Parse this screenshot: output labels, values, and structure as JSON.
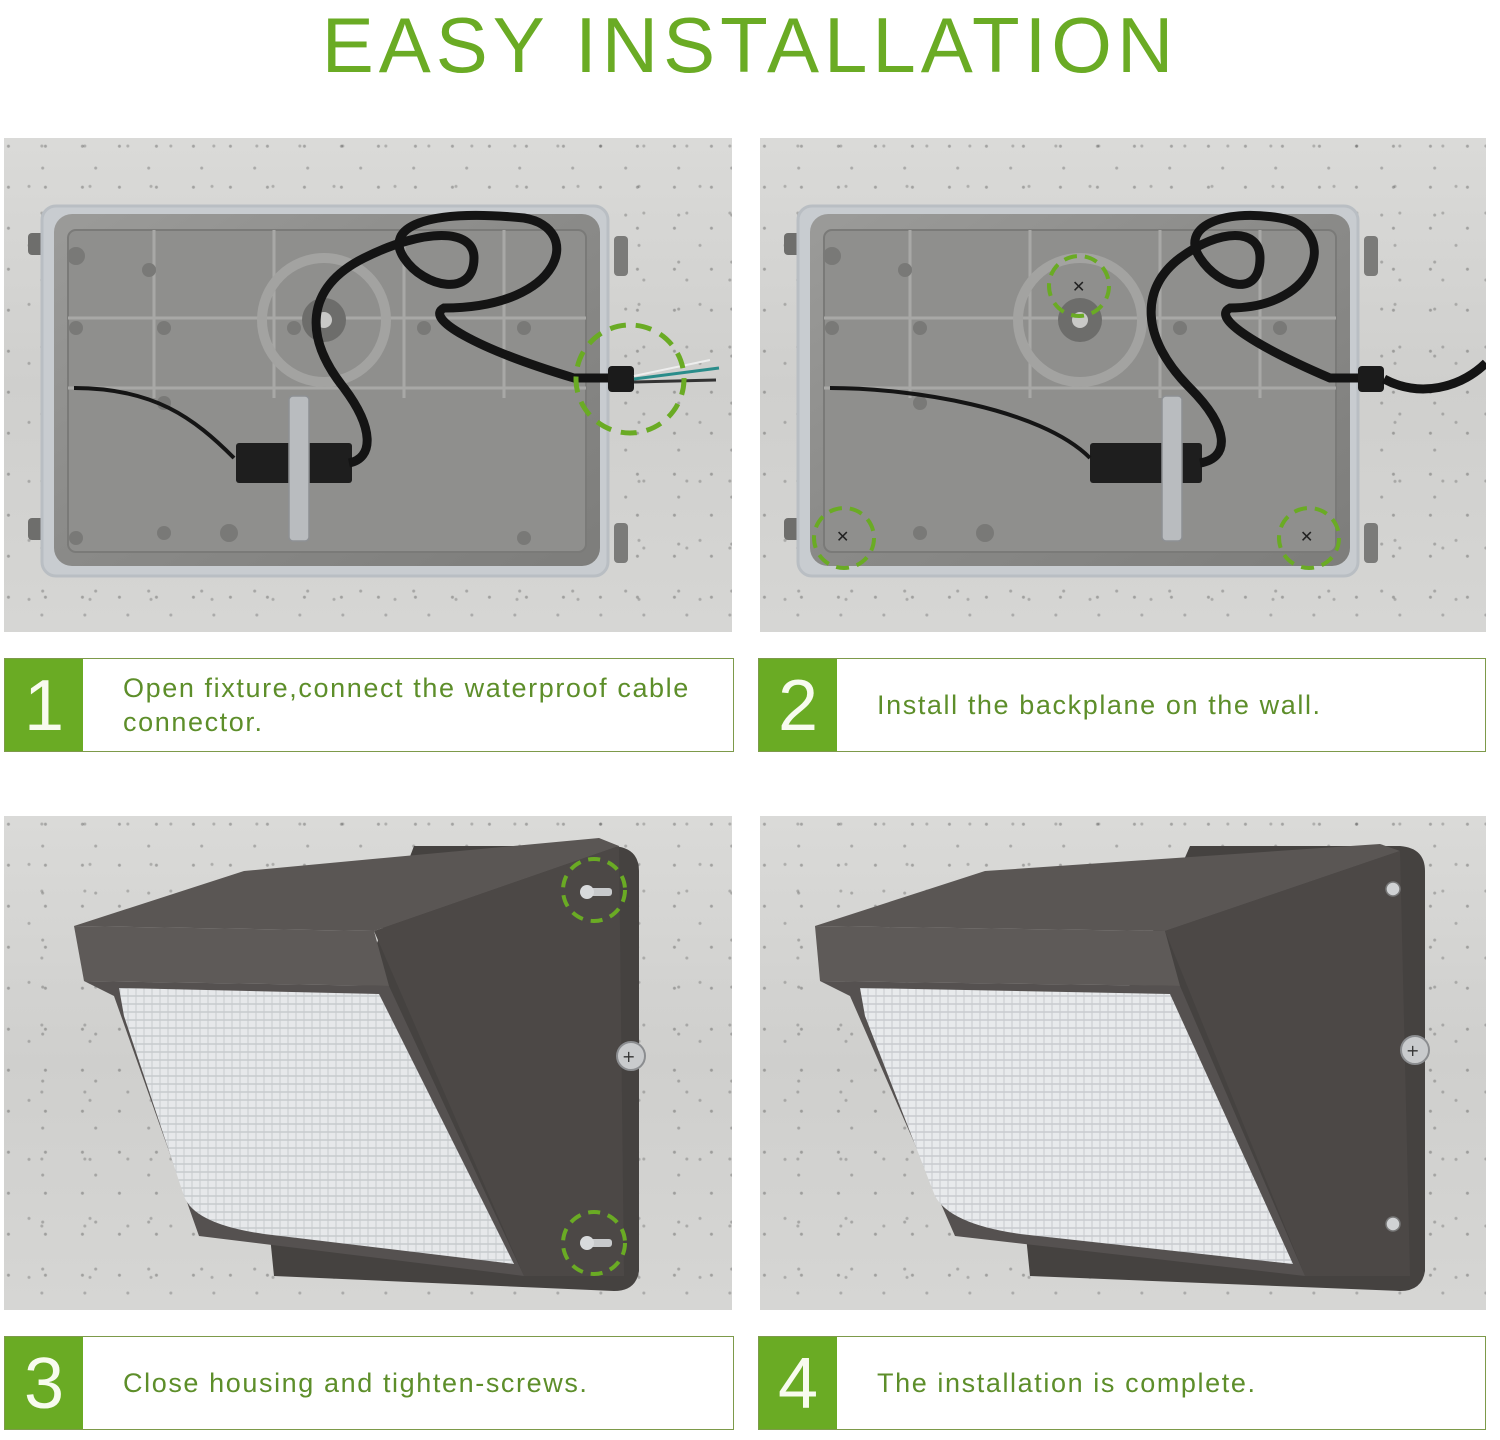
{
  "title": "EASY INSTALLATION",
  "accent_color": "#6aab24",
  "steps": [
    {
      "number": "1",
      "text": "Open fixture,connect the waterproof cable connector.",
      "image": "Open wall-pack backplate mounted on concrete wall with wiring; green dashed circle highlights waterproof cable connector on right side"
    },
    {
      "number": "2",
      "text": "Install the backplane on the wall.",
      "image": "Backplate on wall with three green dashed circles highlighting mounting screws"
    },
    {
      "number": "3",
      "text": "Close housing and tighten-screws.",
      "image": "Closed bronze wall-pack light housing with green dashed circles highlighting two side screws"
    },
    {
      "number": "4",
      "text": "The installation is complete.",
      "image": "Fully installed bronze LED wall-pack light on concrete wall"
    }
  ]
}
